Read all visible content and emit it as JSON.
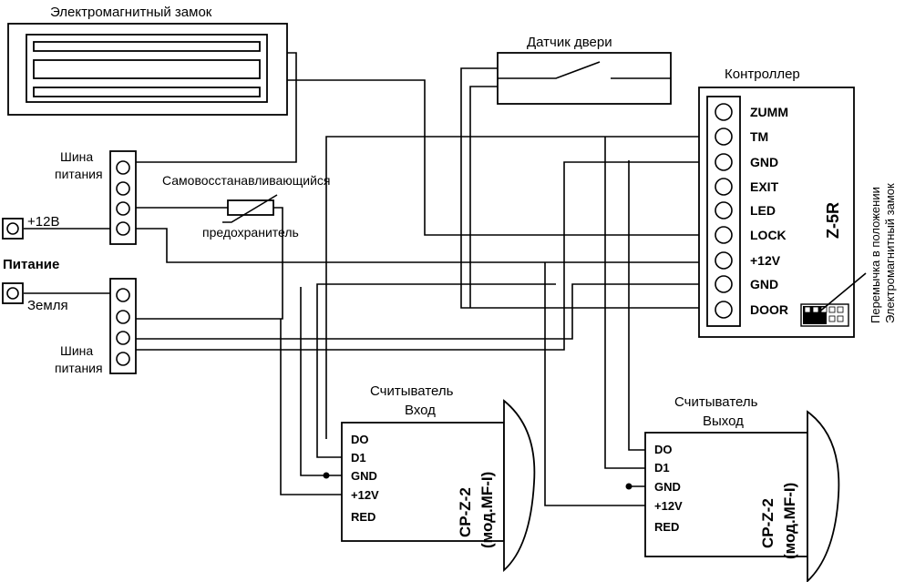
{
  "labels": {
    "lock_title": "Электромагнитный замок",
    "door_sensor_title": "Датчик двери",
    "controller_title": "Контроллер",
    "controller_model": "Z-5R",
    "jumper_note_line1": "Перемычка в положении",
    "jumper_note_line2": "Электромагнитный замок",
    "bus_top_line1": "Шина",
    "bus_top_line2": "питания",
    "bus_bottom_line1": "Шина",
    "bus_bottom_line2": "питания",
    "fuse_top": "Самовосстанавливающийся",
    "fuse_bottom": "предохранитель",
    "power_plus": "+12В",
    "power_title": "Питание",
    "power_ground": "Земля",
    "reader_in_title_line1": "Считыватель",
    "reader_in_title_line2": "Вход",
    "reader_out_title_line1": "Считыватель",
    "reader_out_title_line2": "Выход",
    "reader_model_line1": "CP-Z-2",
    "reader_model_line2": "(мод.MF-I)"
  },
  "controller_pins": [
    "ZUMM",
    "TM",
    "GND",
    "EXIT",
    "LED",
    "LOCK",
    "+12V",
    "GND",
    "DOOR"
  ],
  "reader_in_pins": [
    "DO",
    "D1",
    "GND",
    "+12V",
    "RED"
  ],
  "reader_out_pins": [
    "DO",
    "D1",
    "GND",
    "+12V",
    "RED"
  ]
}
